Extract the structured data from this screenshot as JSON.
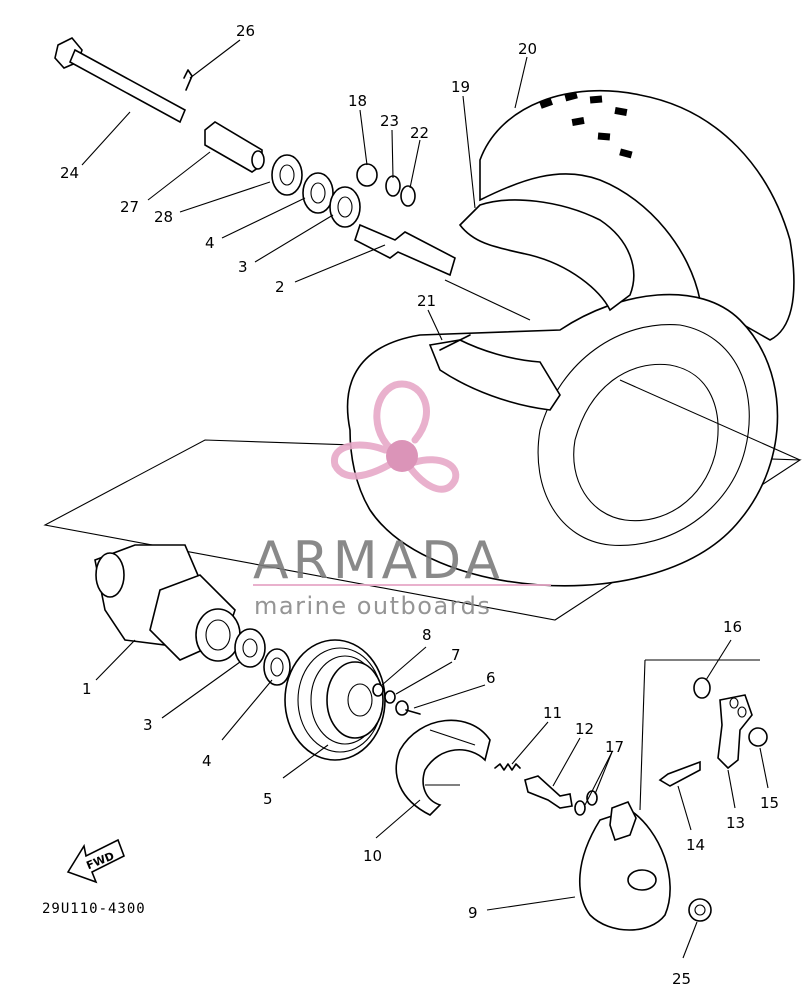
{
  "callouts": {
    "c1": "1",
    "c2": "2",
    "c3a": "3",
    "c3b": "3",
    "c4a": "4",
    "c4b": "4",
    "c5": "5",
    "c6": "6",
    "c7": "7",
    "c8": "8",
    "c9": "9",
    "c10": "10",
    "c11": "11",
    "c12": "12",
    "c13": "13",
    "c14": "14",
    "c15": "15",
    "c16": "16",
    "c17": "17",
    "c18": "18",
    "c19": "19",
    "c20": "20",
    "c21": "21",
    "c22": "22",
    "c23": "23",
    "c24": "24",
    "c25": "25",
    "c26": "26",
    "c27": "27",
    "c28": "28"
  },
  "fwd_label": "FWD",
  "diagram_code": "29U110-4300",
  "watermark": {
    "brand": "ARMADA",
    "tagline": "marine outboards",
    "colors": {
      "logo": "#e7a9c8",
      "logo_dark": "#d889b1",
      "text": "#7d7d7d",
      "rule": "#e7a9c8"
    }
  }
}
